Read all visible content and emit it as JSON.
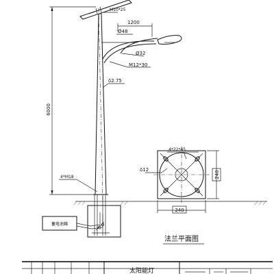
{
  "labels": {
    "panel_bolt": "M10*25",
    "arm_length": "1200",
    "arm_diameter_top": "Ø48",
    "arm_diameter_bottom": "Ø32",
    "arm_bolt": "M12*30",
    "pole_thickness": "δ2.75",
    "pole_height": "6000",
    "anchor_bolt": "4*M18",
    "battery": "蓄电池箱",
    "flange_holes": "4*22*45",
    "flange_thickness": "δ12",
    "flange_width": "240",
    "flange_height": "240",
    "flange_title": "法兰平面图",
    "title_block": "太阳能灯"
  }
}
